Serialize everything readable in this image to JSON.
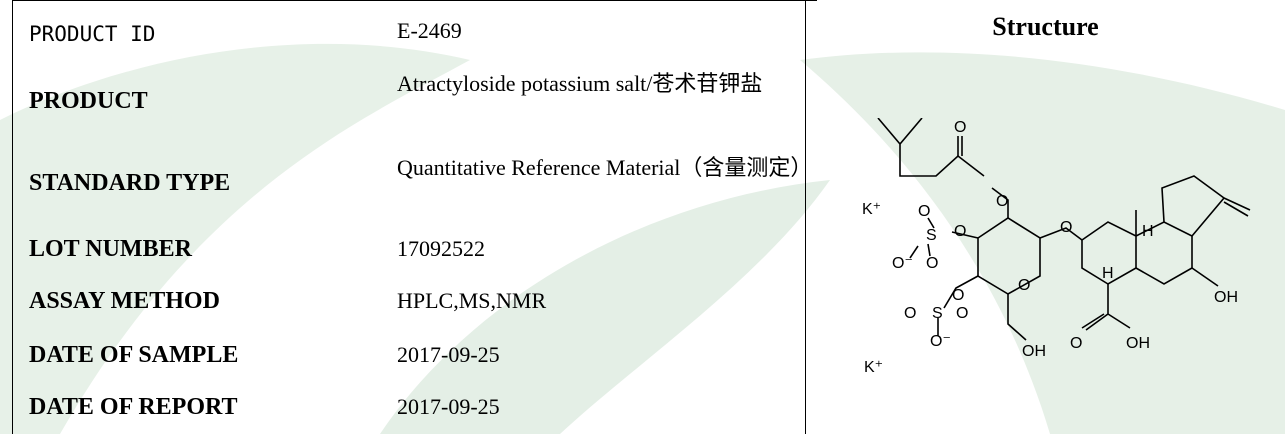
{
  "rows": [
    {
      "label": "PRODUCT ID",
      "value": "E-2469"
    },
    {
      "label": "PRODUCT",
      "value": "Atractyloside potassium salt/苍术苷钾盐"
    },
    {
      "label": "STANDARD TYPE",
      "value": "Quantitative Reference Material（含量测定）"
    },
    {
      "label": "LOT NUMBER",
      "value": "17092522"
    },
    {
      "label": "ASSAY METHOD",
      "value": "HPLC,MS,NMR"
    },
    {
      "label": "DATE OF SAMPLE",
      "value": "2017-09-25"
    },
    {
      "label": "DATE OF REPORT",
      "value": "2017-09-25"
    }
  ],
  "structure": {
    "title": "Structure",
    "atoms": {
      "k_top": "K⁺",
      "k_bottom": "K⁺",
      "o": "O",
      "s": "S",
      "o_minus": "O⁻",
      "oh": "OH",
      "h": "H"
    }
  },
  "colors": {
    "watermark": "#e4efe6",
    "border": "#000000"
  }
}
